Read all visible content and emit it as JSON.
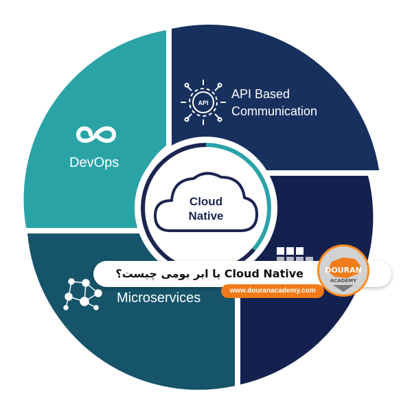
{
  "segments": {
    "api": {
      "line1": "API Based",
      "line2": "Communication",
      "icon": "api-gear-icon",
      "color": "#17305e"
    },
    "devops": {
      "label": "DevOps",
      "icon": "infinity-icon",
      "color": "#2aa3a7"
    },
    "microservices": {
      "label": "Microservices",
      "icon": "network-nodes-icon",
      "color": "#16546a"
    },
    "containers": {
      "icon": "container-blocks-icon",
      "color": "#14214f"
    }
  },
  "center": {
    "line1": "Cloud",
    "line2": "Native",
    "icon": "cloud-icon"
  },
  "banner": {
    "title": "Cloud Native یا ابر بومی چیست؟",
    "website": "www.douranacademy.com"
  },
  "logo": {
    "name": "DOURAN",
    "subtitle": "ACADEMY"
  },
  "colors": {
    "accent": "#f07a18",
    "teal": "#2aa3a7",
    "navy": "#17305e"
  }
}
